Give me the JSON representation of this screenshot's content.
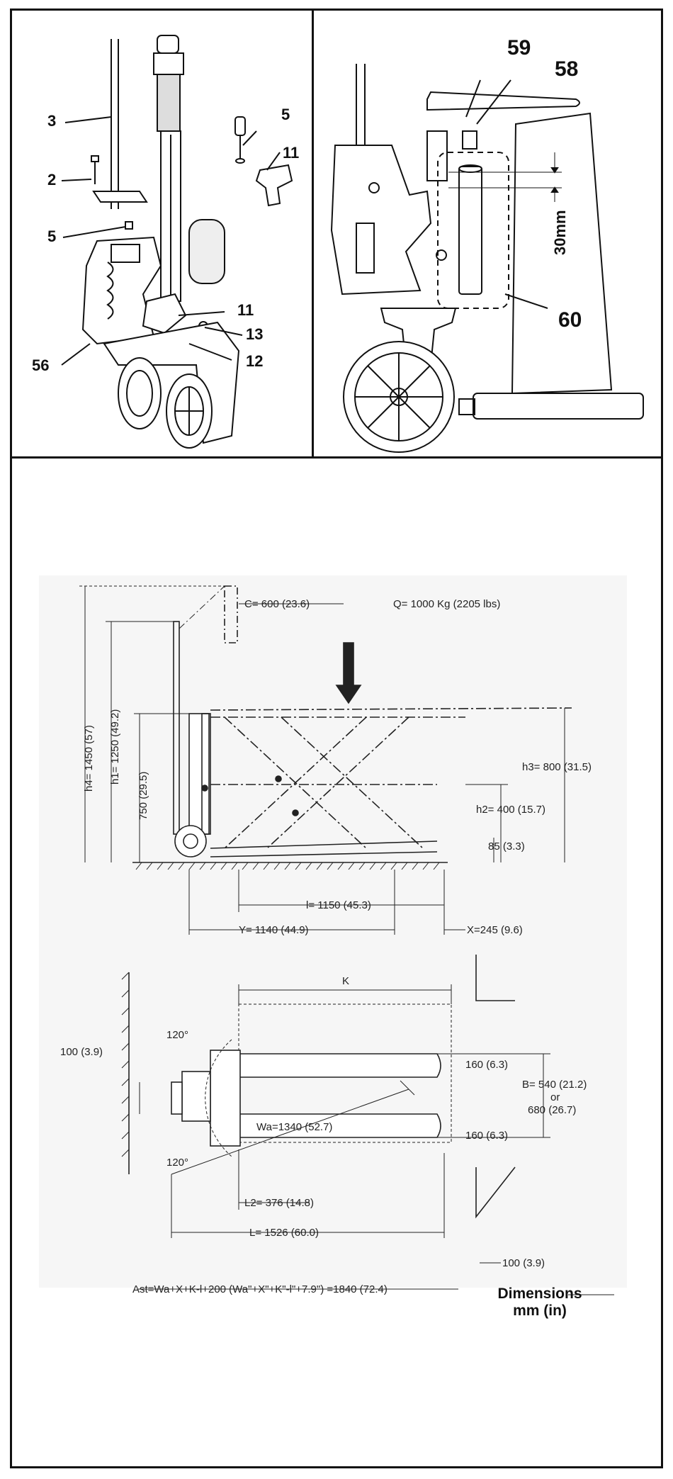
{
  "panel_left": {
    "callouts": {
      "c3": "3",
      "c2": "2",
      "c5a": "5",
      "c5b": "5",
      "c11a": "11",
      "c56": "56",
      "c11b": "11",
      "c13": "13",
      "c12": "12"
    }
  },
  "panel_right": {
    "callouts": {
      "c59": "59",
      "c58": "58",
      "c60": "60",
      "c30mm": "30mm"
    }
  },
  "dimensions_side": {
    "c": "C= 600 (23.6)",
    "q": "Q= 1000 Kg (2205 lbs)",
    "h4": "h4= 1450 (57)",
    "h1": "h1= 1250 (49.2)",
    "h750": "750 (29.5)",
    "h3": "h3= 800 (31.5)",
    "h2": "h2= 400 (15.7)",
    "h85": "85 (3.3)",
    "l": "l= 1150 (45.3)",
    "y": "Y= 1140 (44.9)",
    "x": "X=245 (9.6)"
  },
  "dimensions_top": {
    "k": "K",
    "a120top": "120°",
    "a120bot": "120°",
    "w100": "100 (3.9)",
    "f160a": "160 (6.3)",
    "f160b": "160 (6.3)",
    "b": "B= 540 (21.2)",
    "or": "or",
    "b2": "680 (26.7)",
    "wa": "Wa=1340 (52.7)",
    "l2": "L2= 376 (14.8)",
    "lfull": "L= 1526 (60.0)",
    "r100": "100 (3.9)",
    "ast": "Ast=Wa+X+K-l+200 (Wa\"+X\"+K\"-l\"+7.9\") =1840 (72.4)"
  },
  "legend": {
    "line1": "Dimensions",
    "line2": "mm (in)"
  }
}
